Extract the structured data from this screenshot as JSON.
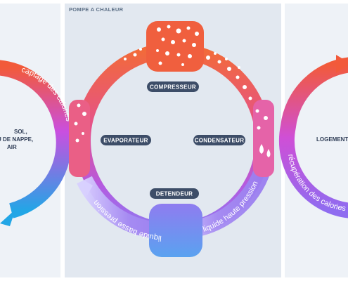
{
  "panel_title": "POMPE A CHALEUR",
  "components": {
    "compresseur": "COMPRESSEUR",
    "evaporateur": "EVAPORATEUR",
    "condensateur": "CONDENSATEUR",
    "detendeur": "DETENDEUR"
  },
  "arc_labels": {
    "liquide_basse": "liquide basse pression",
    "liquide_haute": "liquide haute pression",
    "captage": "captage des calories",
    "recuperation": "récupération des calories"
  },
  "left_source": [
    "SOL,",
    "U DE NAPPE,",
    "AIR"
  ],
  "right_target": "LOGEMENT",
  "colors": {
    "hot": "#f05a3a",
    "mid": "#d24ed8",
    "cool": "#2aa8e6",
    "pill": "#3d4d68",
    "panel": "#e2e8f0",
    "side_panel": "#eef2f7"
  }
}
